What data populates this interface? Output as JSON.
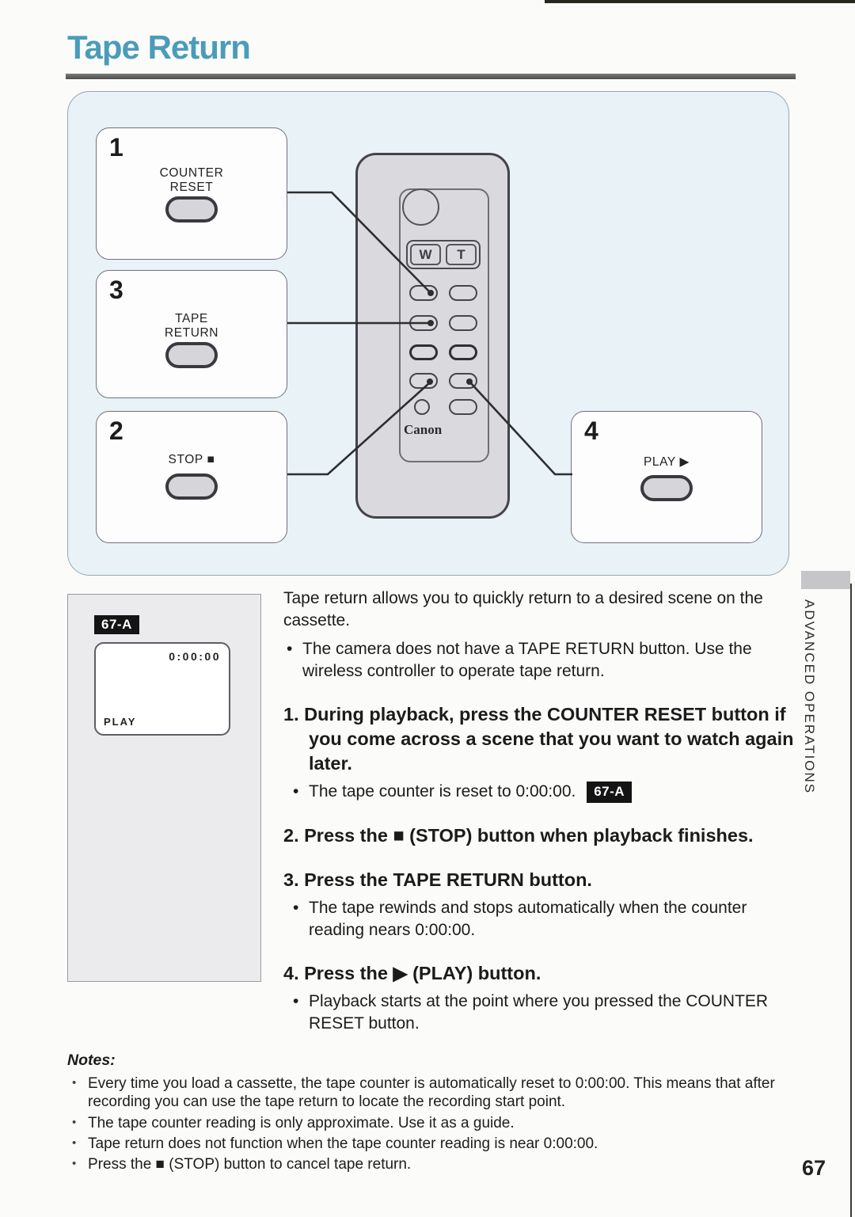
{
  "page": {
    "title": "Tape Return",
    "number": "67"
  },
  "sidebar": {
    "label": "ADVANCED OPERATIONS"
  },
  "diagram": {
    "boxes": [
      {
        "num": "1",
        "line1": "COUNTER",
        "line2": "RESET"
      },
      {
        "num": "3",
        "line1": "TAPE",
        "line2": "RETURN"
      },
      {
        "num": "2",
        "line1": "STOP ■"
      },
      {
        "num": "4",
        "line1": "PLAY ▶"
      }
    ],
    "remote": {
      "w": "W",
      "t": "T",
      "brand": "Canon"
    }
  },
  "figure": {
    "badge": "67-A",
    "counter": "0:00:00",
    "mode": "PLAY"
  },
  "instructions": {
    "intro": "Tape return allows you to quickly return to a desired scene on the cassette.",
    "intro_bullet": "The camera does not have a TAPE RETURN button.  Use the wireless controller to operate tape return.",
    "steps": [
      {
        "heading": "1. During playback, press the COUNTER RESET button if you come across a scene that you want to watch again later.",
        "bullet": "The tape counter is reset to 0:00:00.",
        "bullet_badge": "67-A"
      },
      {
        "heading": "2. Press the ■ (STOP) button when playback finishes."
      },
      {
        "heading": "3. Press the TAPE RETURN button.",
        "bullet": "The tape rewinds and stops automatically when the counter reading nears 0:00:00."
      },
      {
        "heading": "4. Press the ▶ (PLAY) button.",
        "bullet": "Playback starts at the point where you pressed the COUNTER RESET button."
      }
    ]
  },
  "notes": {
    "heading": "Notes:",
    "items": [
      "Every time you load a cassette, the tape counter is automatically reset to 0:00:00.  This means that after recording you can use the tape return to locate the recording start point.",
      "The tape counter reading is only approximate.  Use it as a guide.",
      "Tape return does not function when the tape counter reading is near 0:00:00.",
      "Press the ■ (STOP) button to cancel tape return."
    ]
  },
  "colors": {
    "title_teal": "#4a9cba",
    "panel_blue": "#e8f2f7",
    "badge_black": "#141414"
  }
}
